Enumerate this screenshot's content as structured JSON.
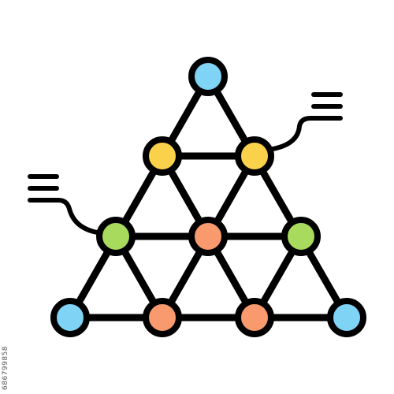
{
  "icon": {
    "name": "network-triangle-icon",
    "colors": {
      "stroke": "#000000",
      "blue": "#7fd3f5",
      "yellow": "#fad14b",
      "orange": "#f89a6d",
      "green": "#a8da5d",
      "background": "#ffffff"
    },
    "node_colors": [
      "blue",
      "yellow",
      "yellow",
      "green",
      "orange",
      "green",
      "blue",
      "orange",
      "orange",
      "blue"
    ]
  },
  "watermark": {
    "id_text": "686799858"
  }
}
